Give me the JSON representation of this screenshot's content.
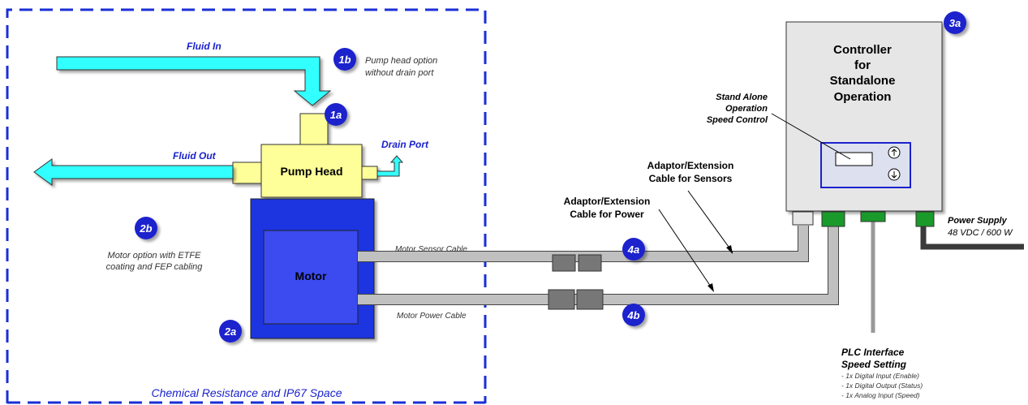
{
  "zone": {
    "label": "Chemical Resistance and IP67 Space"
  },
  "flows": {
    "fluid_in": "Fluid In",
    "fluid_out": "Fluid Out",
    "drain_port": "Drain Port"
  },
  "components": {
    "pump_head": "Pump Head",
    "motor": "Motor",
    "controller_lines": [
      "Controller",
      "for",
      "Standalone",
      "Operation"
    ]
  },
  "markers": {
    "m1a": "1a",
    "m1b": "1b",
    "m2a": "2a",
    "m2b": "2b",
    "m3a": "3a",
    "m4a": "4a",
    "m4b": "4b"
  },
  "notes": {
    "pump_option_lines": [
      "Pump head option",
      "without drain port"
    ],
    "motor_option_lines": [
      "Motor option with ETFE",
      "coating and FEP cabling"
    ],
    "speed_control_lines": [
      "Stand Alone",
      "Operation",
      "Speed Control"
    ],
    "ext_sensors_lines": [
      "Adaptor/Extension",
      "Cable for Sensors"
    ],
    "ext_power_lines": [
      "Adaptor/Extension",
      "Cable for Power"
    ]
  },
  "cables": {
    "sensor": "Motor Sensor Cable",
    "power": "Motor Power Cable"
  },
  "power_supply": {
    "title": "Power Supply",
    "spec": "48 VDC / 600 W"
  },
  "plc": {
    "title_lines": [
      "PLC Interface",
      "Speed Setting"
    ],
    "items": [
      "- 1x Digital Input (Enable)",
      "- 1x Digital Output (Status)",
      "- 1x Analog Input (Speed)"
    ]
  },
  "colors": {
    "zone_border": "#1a2fd6",
    "fluid": "#33ffff",
    "pump": "#ffff99",
    "motor_outer": "#1a35e0",
    "motor_inner": "#3a4cf0",
    "marker": "#1a22cc",
    "controller": "#e6e6e6",
    "cable": "#c0c0c0",
    "connector_green": "#1a9a2a",
    "label_blue": "#1a22cc",
    "power_cable": "#3a3a3a"
  }
}
